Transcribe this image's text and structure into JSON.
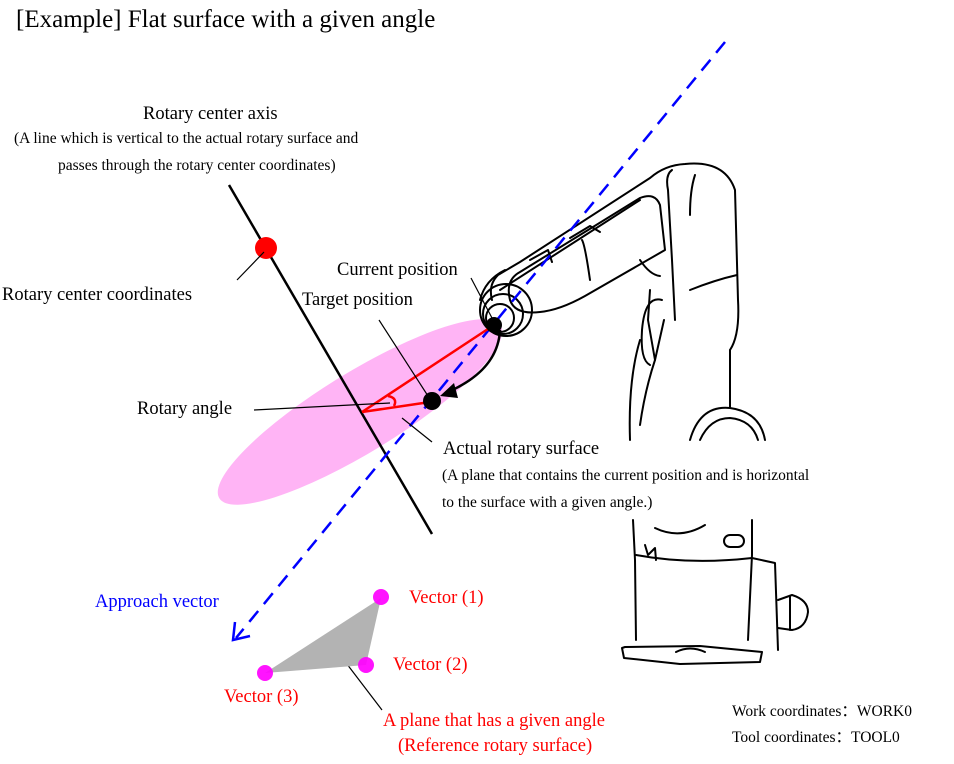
{
  "title": "[Example] Flat surface with a given angle",
  "rotary_center_axis": {
    "label": "Rotary center axis",
    "note_line1": "(A line which is vertical to the actual rotary surface and",
    "note_line2": "passes through the rotary center coordinates)"
  },
  "rotary_center_coordinates": {
    "label": "Rotary center coordinates"
  },
  "current_position": {
    "label": "Current position"
  },
  "target_position": {
    "label": "Target position"
  },
  "rotary_angle": {
    "label": "Rotary angle"
  },
  "actual_rotary_surface": {
    "label": "Actual rotary surface",
    "note_line1": "(A plane that contains the current position and is horizontal",
    "note_line2": "to the surface with a given angle.)"
  },
  "approach_vector": {
    "label": "Approach vector"
  },
  "vectors": [
    {
      "label": "Vector (1)"
    },
    {
      "label": "Vector (2)"
    },
    {
      "label": "Vector (3)"
    }
  ],
  "reference_plane": {
    "label_line1": "A plane that has a given angle",
    "label_line2": "(Reference rotary surface)"
  },
  "coordinates": {
    "work": "Work coordinates：WORK0",
    "tool": "Tool coordinates：TOOL0"
  },
  "colors": {
    "surface_fill": "#ffb4f5",
    "vector_points": "#ff00ff",
    "reference_plane_fill": "#b3b3b3",
    "approach_vector": "#0000ff",
    "rotary_center_point": "#ff0000",
    "rotation_lines": "#ff0000"
  },
  "icons": {
    "robot": "industrial-robot-arm-drawing"
  }
}
